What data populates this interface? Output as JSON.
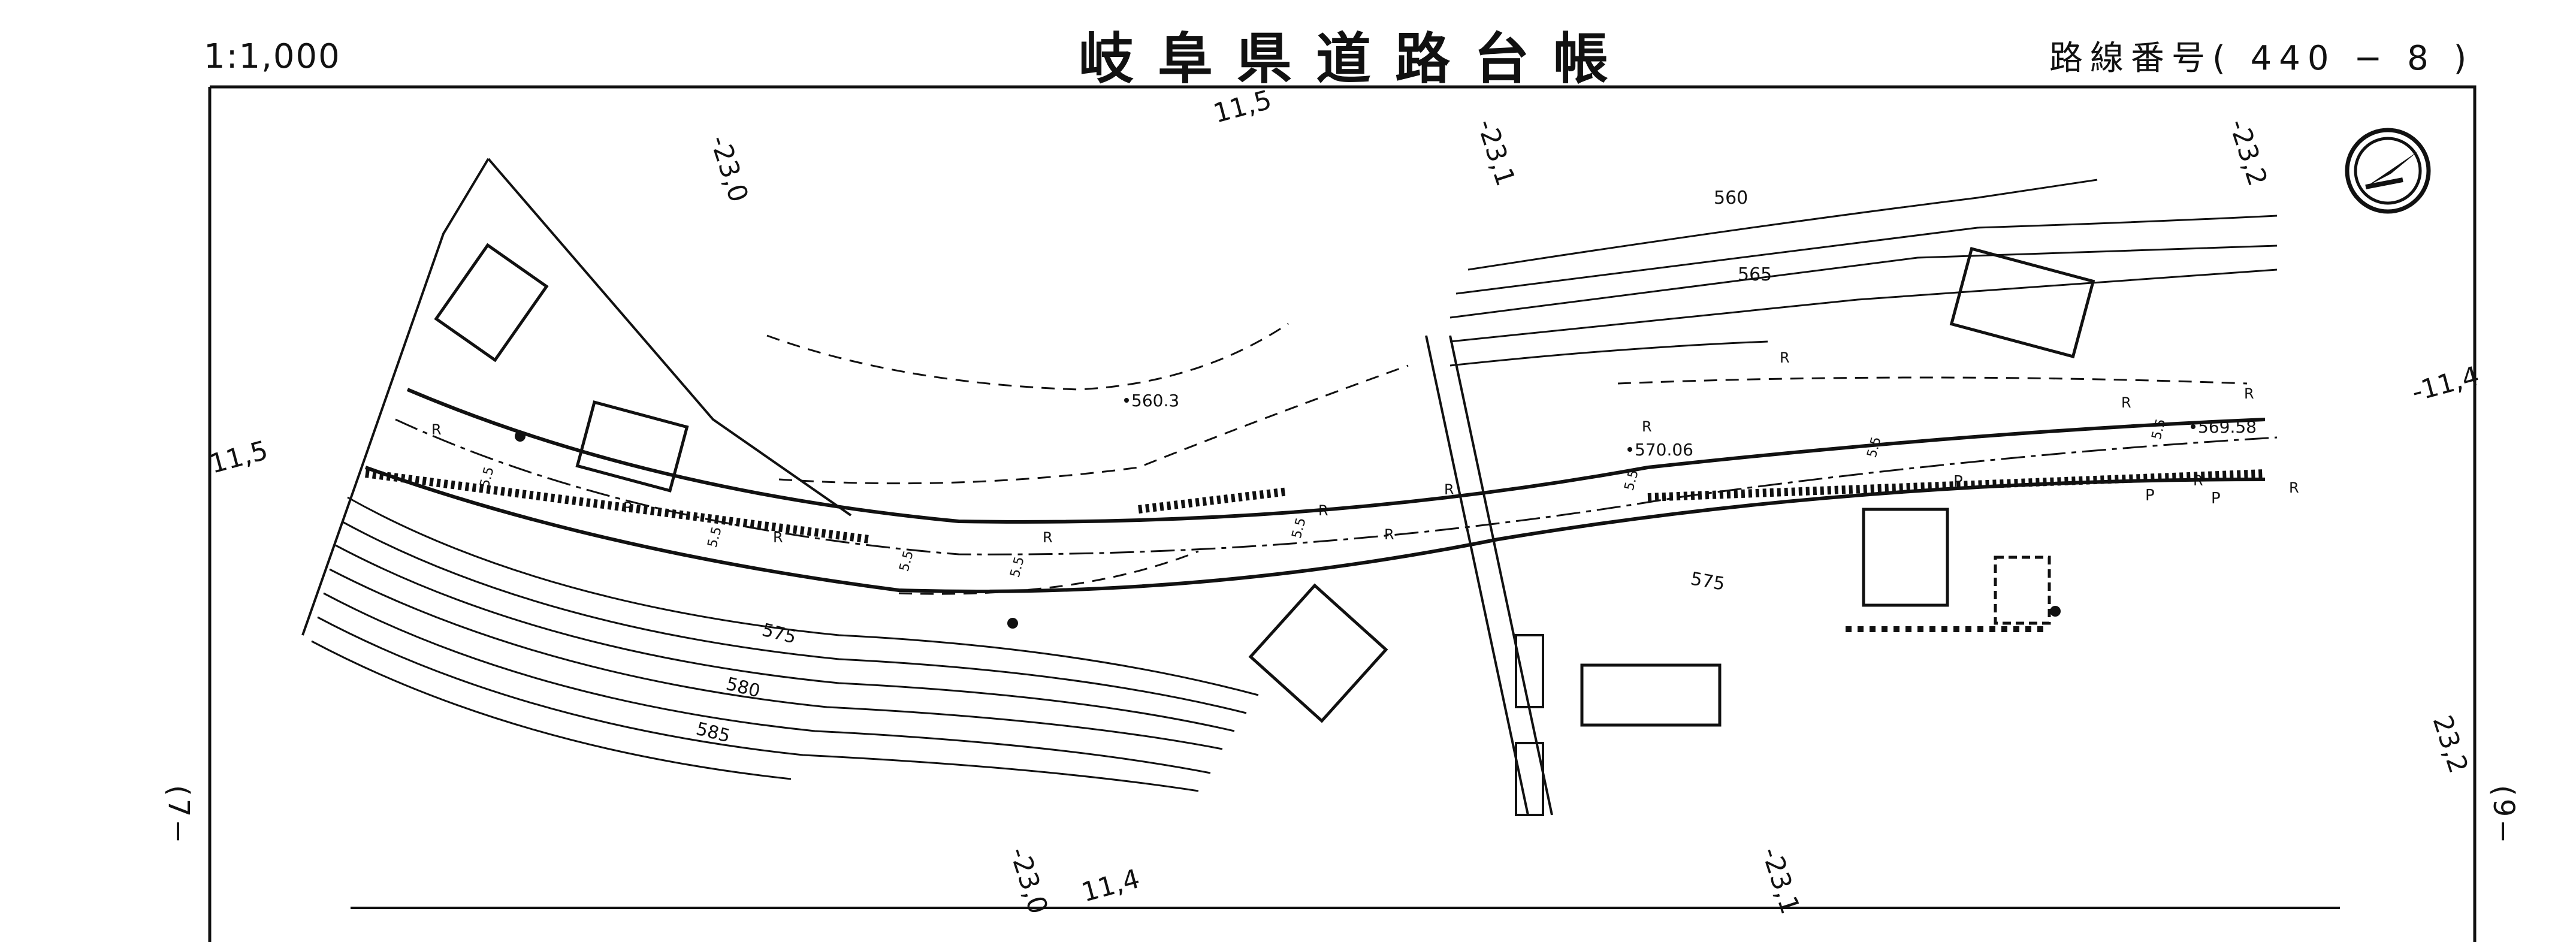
{
  "header": {
    "scale": "1:1,000",
    "title": "岐阜県道路台帳",
    "route_label": "路線番号(",
    "route_number": "440 − 8",
    "route_close": ")"
  },
  "map": {
    "coord_labels": {
      "top_230": "-23,0",
      "top_115": "11,5",
      "top_231": "-23,1",
      "top_232": "-23,2",
      "left_115": "11,5",
      "right_114": "-11,4",
      "right_232": "23,2",
      "bottom_230": "-23,0",
      "bottom_114": "11,4",
      "bottom_231": "-23,1"
    },
    "contour_labels": [
      "560",
      "565",
      "575",
      "580",
      "585",
      "575"
    ],
    "spot_heights": [
      "560.3",
      "570.06",
      "569.58"
    ],
    "road_marks": [
      "R",
      "R",
      "R",
      "R",
      "R",
      "R",
      "R",
      "R",
      "R",
      "R",
      "R",
      "R",
      "R"
    ],
    "p_marks": [
      "P",
      "P",
      "P"
    ],
    "slope_marks": [
      "5.5",
      "5.5",
      "5.5",
      "5.5",
      "5.5",
      "5.5",
      "5.5",
      "5.5"
    ]
  },
  "margin": {
    "left_ref": "(7−",
    "right_ref": "(9−"
  },
  "colors": {
    "ink": "#111111",
    "paper": "#ffffff"
  }
}
